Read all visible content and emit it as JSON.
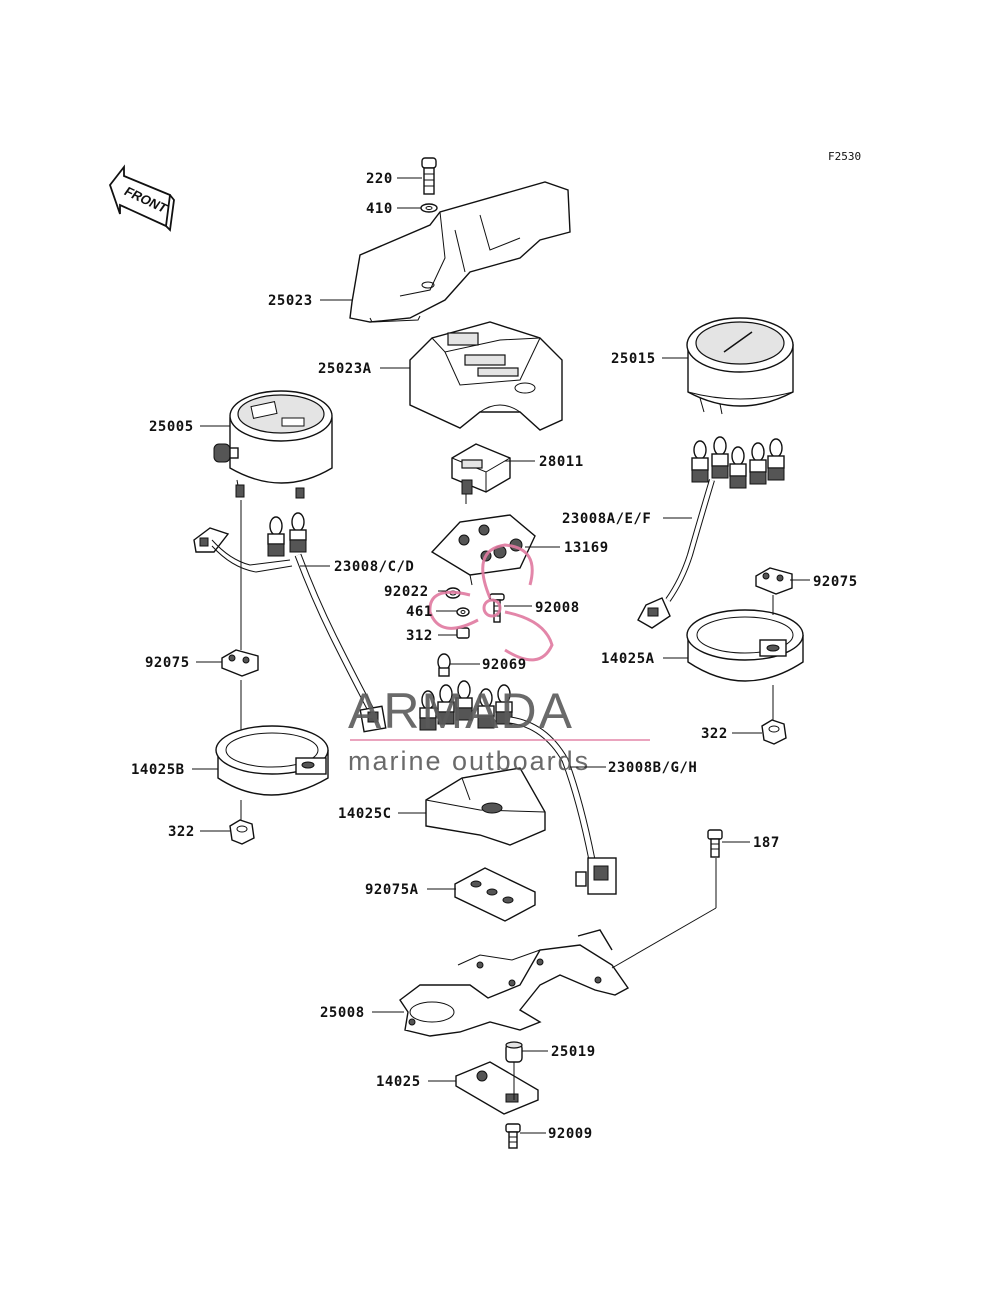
{
  "figure_code": "F2530",
  "front_label": "FRONT",
  "watermark": {
    "brand": "ARMADA",
    "tagline": "marine outboards",
    "logo_color": "#e07aa0"
  },
  "parts": {
    "p220": "220",
    "p410": "410",
    "p25023": "25023",
    "p25023A": "25023A",
    "p25015": "25015",
    "p25005": "25005",
    "p28011": "28011",
    "p23008AEF": "23008A/E/F",
    "p13169": "13169",
    "p23008CD": "23008/C/D",
    "p92075_right": "92075",
    "p92022": "92022",
    "p461": "461",
    "p92008": "92008",
    "p312": "312",
    "p92069": "92069",
    "p14025A": "14025A",
    "p92075_left": "92075",
    "p322_right": "322",
    "p14025B": "14025B",
    "p23008BGH": "23008B/G/H",
    "p322_left": "322",
    "p14025C": "14025C",
    "p187": "187",
    "p92075A": "92075A",
    "p25008": "25008",
    "p25019": "25019",
    "p14025": "14025",
    "p92009": "92009"
  }
}
